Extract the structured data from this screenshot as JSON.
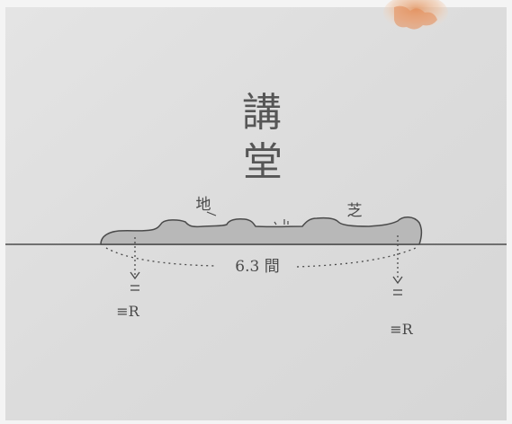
{
  "drawing": {
    "title_line1": "講",
    "title_line2": "堂",
    "ground_label_left": "地",
    "ground_label_right": "芝",
    "span_label": "6.3 間",
    "marker_left": "≡R",
    "marker_right": "≡R"
  },
  "colors": {
    "paper": "#dcdcdc",
    "paper_edge": "#f3f3f3",
    "pencil": "#4a4a4a",
    "fill": "#b9b9b9",
    "stain": "#e8a070"
  }
}
